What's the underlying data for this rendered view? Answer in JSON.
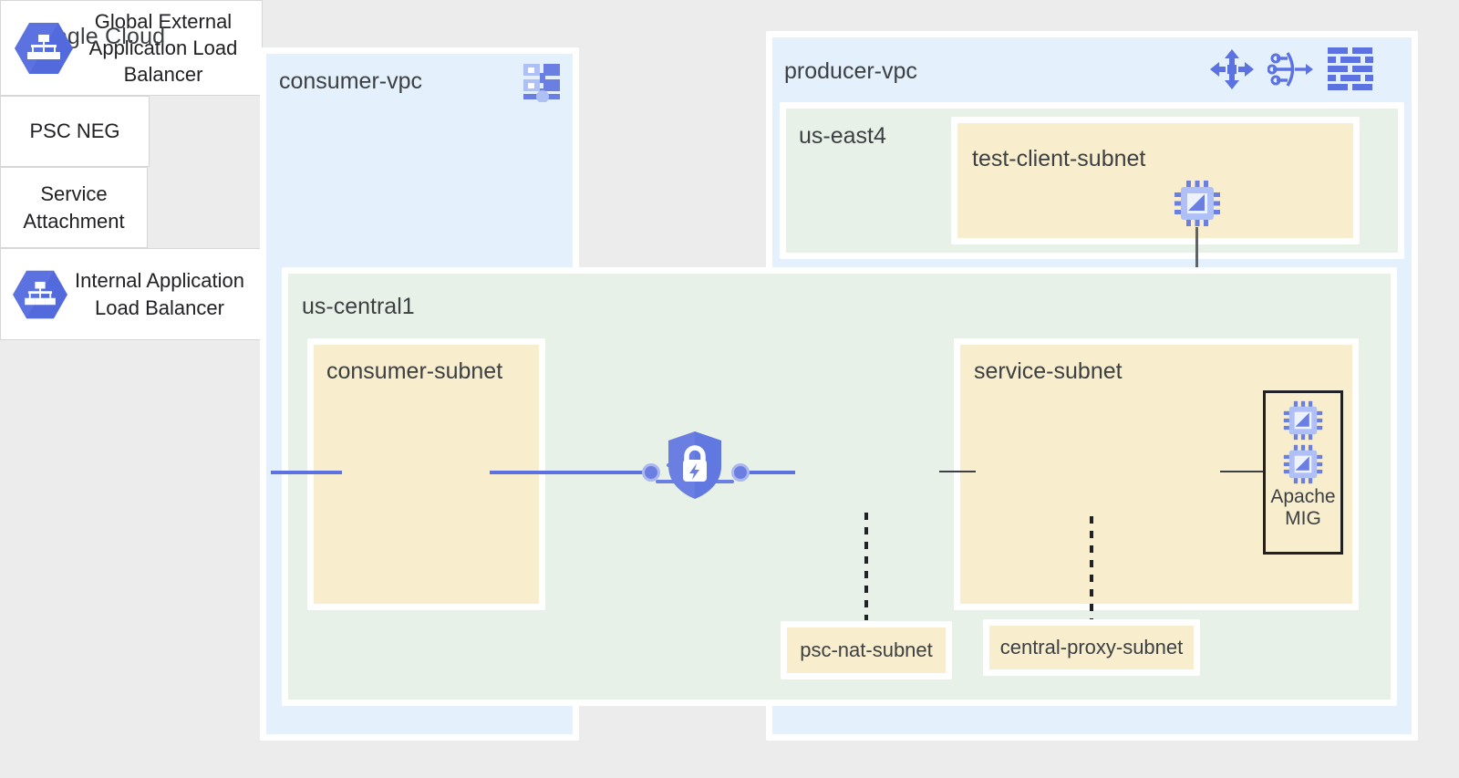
{
  "diagram": {
    "type": "architecture",
    "provider_label": "Google Cloud",
    "background_color": "#ececec"
  },
  "containers": {
    "consumer_vpc": {
      "label": "consumer-vpc",
      "color": "#e4f0fb"
    },
    "producer_vpc": {
      "label": "producer-vpc",
      "color": "#e4f0fb"
    },
    "us_central1": {
      "label": "us-central1",
      "color": "#e8f1e7"
    },
    "us_east4": {
      "label": "us-east4",
      "color": "#e8f1e7"
    }
  },
  "subnets": {
    "consumer_subnet": {
      "label": "consumer-subnet",
      "color": "#f8eecd"
    },
    "service_subnet": {
      "label": "service-subnet",
      "color": "#f8eecd"
    },
    "test_client_subnet": {
      "label": "test-client-subnet",
      "color": "#f8eecd"
    },
    "psc_nat_subnet": {
      "label": "psc-nat-subnet",
      "color": "#f8eecd"
    },
    "central_proxy_subnet": {
      "label": "central-proxy-subnet",
      "color": "#f8eecd"
    }
  },
  "nodes": {
    "global_external_lb": {
      "line1": "Global External",
      "line2": "Application Load",
      "line3": "Balancer",
      "icon": "load-balancer-hexagon-icon"
    },
    "psc_neg": {
      "label": "PSC NEG"
    },
    "service_attachment": {
      "line1": "Service",
      "line2": "Attachment"
    },
    "internal_app_lb": {
      "line1": "Internal Application",
      "line2": "Load Balancer",
      "icon": "load-balancer-hexagon-icon"
    },
    "apache_mig": {
      "line1": "Apache",
      "line2": "MIG",
      "icon": "vm-chip-icon"
    },
    "test_client_vm": {
      "icon": "vm-chip-icon"
    },
    "psc_connection": {
      "icon": "private-service-connect-shield-icon"
    }
  },
  "icons": {
    "consumer_vpc_icon": "vpc-network-icon",
    "producer_vpc_icons": [
      "routes-four-way-arrow-icon",
      "load-balancer-icon",
      "firewall-rules-icon"
    ]
  },
  "colors": {
    "accent_blue": "#5b72e0",
    "icon_blue": "#6b7fe3",
    "icon_blue_light": "#aec0f5",
    "text": "#3c4043",
    "connector_grey": "#7b7f84"
  }
}
